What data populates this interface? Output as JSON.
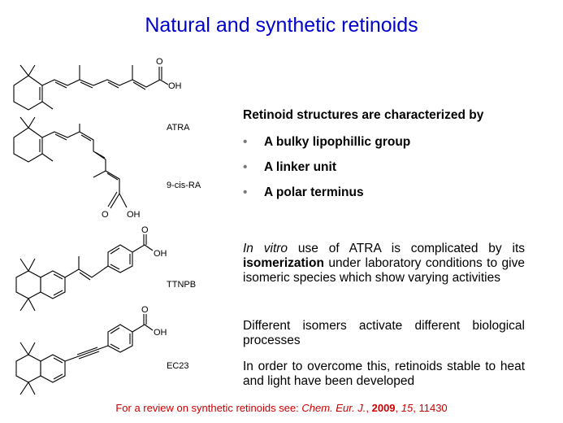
{
  "title": "Natural and synthetic retinoids",
  "structures": {
    "labels": [
      "ATRA",
      "9-cis-RA",
      "TTNPB",
      "EC23"
    ],
    "atom_O": "O",
    "atom_OH": "OH"
  },
  "right": {
    "heading": "Retinoid structures are characterized by",
    "bullet_char": "•",
    "bullets": [
      "A bulky lipophillic group",
      "A linker unit",
      "A polar terminus"
    ],
    "para1": {
      "italic": "In vitro",
      "t1": " use of ATRA is complicated by its ",
      "bold": "isomerization",
      "t2": " under laboratory conditions to give isomeric species which show varying activities"
    },
    "para2": "Different isomers activate different biological processes",
    "para3": "In order to overcome this, retinoids stable to heat and light have been developed"
  },
  "footer": {
    "prefix": "For a review on synthetic retinoids see: ",
    "journal": "Chem. Eur. J.",
    "sep1": ", ",
    "year": "2009",
    "sep2": ", ",
    "volume": "15",
    "sep3": ", ",
    "page": "11430"
  },
  "colors": {
    "title": "#0000cc",
    "footer": "#cc0000"
  }
}
